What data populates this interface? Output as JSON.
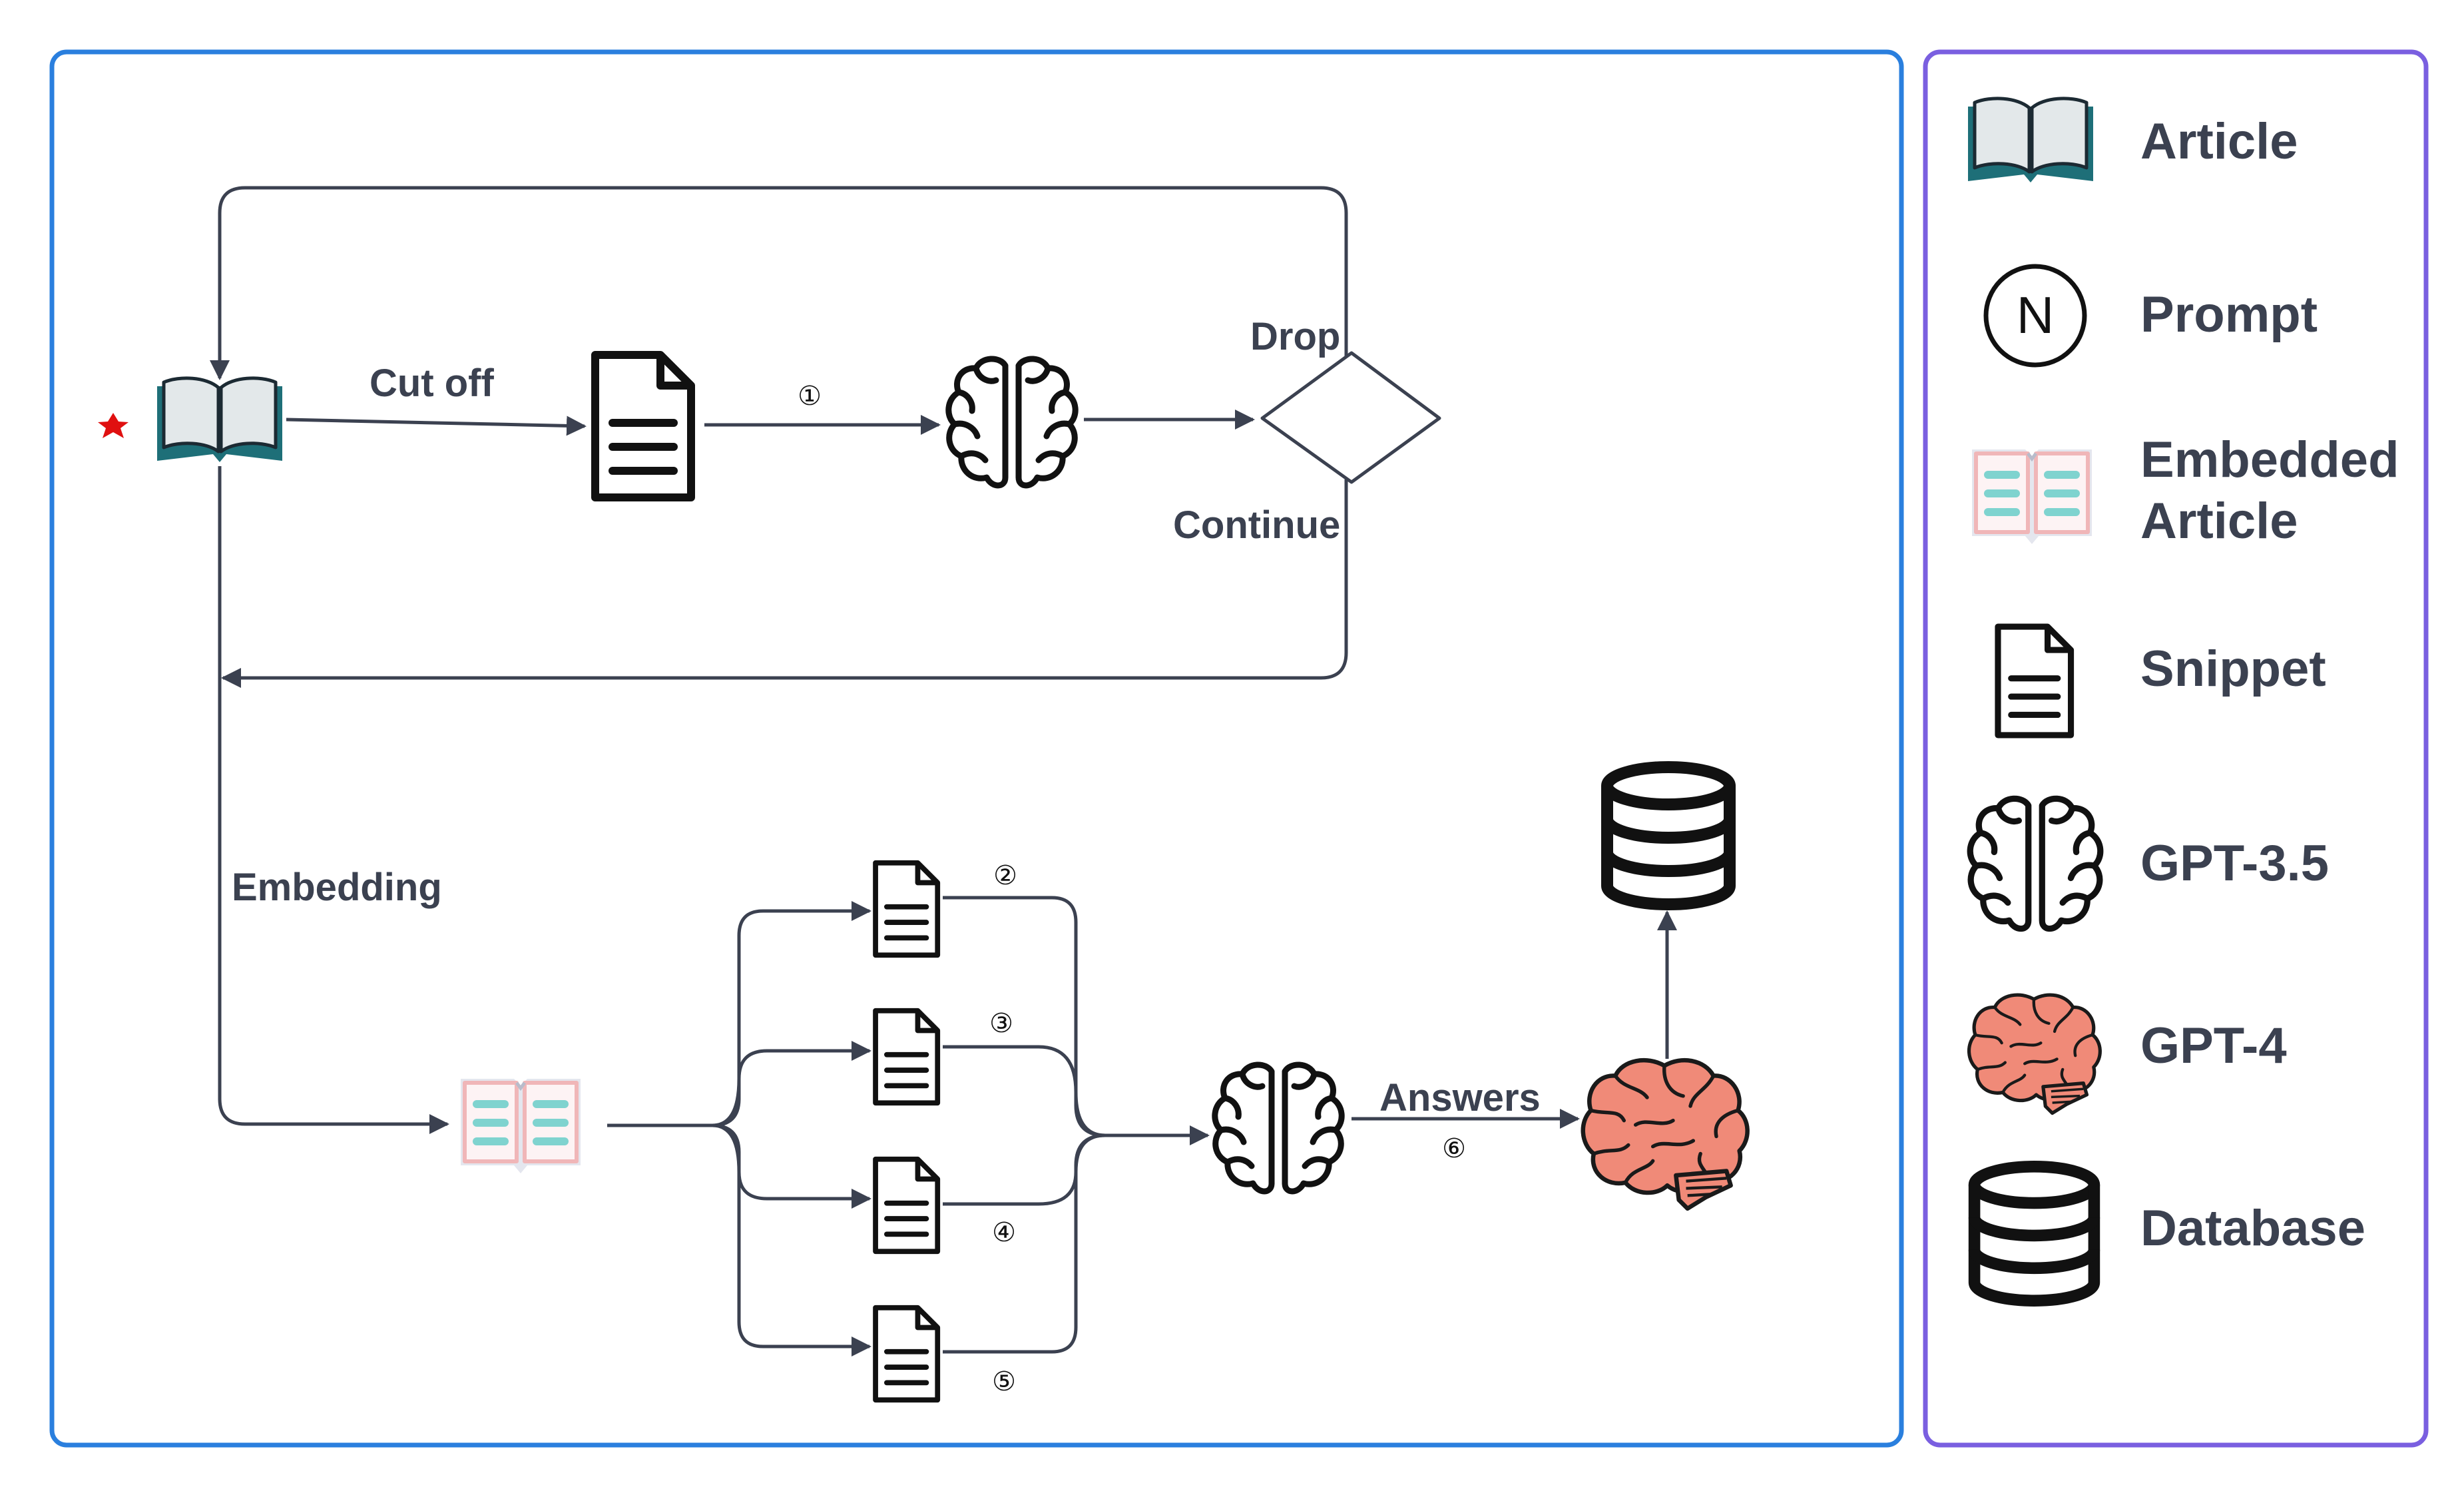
{
  "flow_labels": {
    "cut_off": "Cut off",
    "drop": "Drop",
    "continue": "Continue",
    "embedding": "Embedding",
    "answers": "Answers"
  },
  "step_numbers": {
    "n1": "①",
    "n2": "②",
    "n3": "③",
    "n4": "④",
    "n5": "⑤",
    "n6": "⑥"
  },
  "legend": {
    "prompt_glyph": "N",
    "items": [
      {
        "label": "Article",
        "icon": "article-icon"
      },
      {
        "label": "Prompt",
        "icon": "prompt-icon"
      },
      {
        "label_line1": "Embedded",
        "label_line2": "Article",
        "icon": "embedded-article-icon"
      },
      {
        "label": "Snippet",
        "icon": "snippet-icon"
      },
      {
        "label": "GPT-3.5",
        "icon": "gpt35-brain-icon"
      },
      {
        "label": "GPT-4",
        "icon": "gpt4-brain-icon"
      },
      {
        "label": "Database",
        "icon": "database-icon"
      }
    ]
  },
  "colors": {
    "main_frame": "#2a7fde",
    "legend_frame": "#7a5fe0",
    "edge": "#3b4150",
    "book_teal": "#1e6f78",
    "embed_teal": "#7fd3cf",
    "embed_pink": "#f0b6b8",
    "brain_coral": "#f08a78",
    "start_marker": "#e01010"
  }
}
